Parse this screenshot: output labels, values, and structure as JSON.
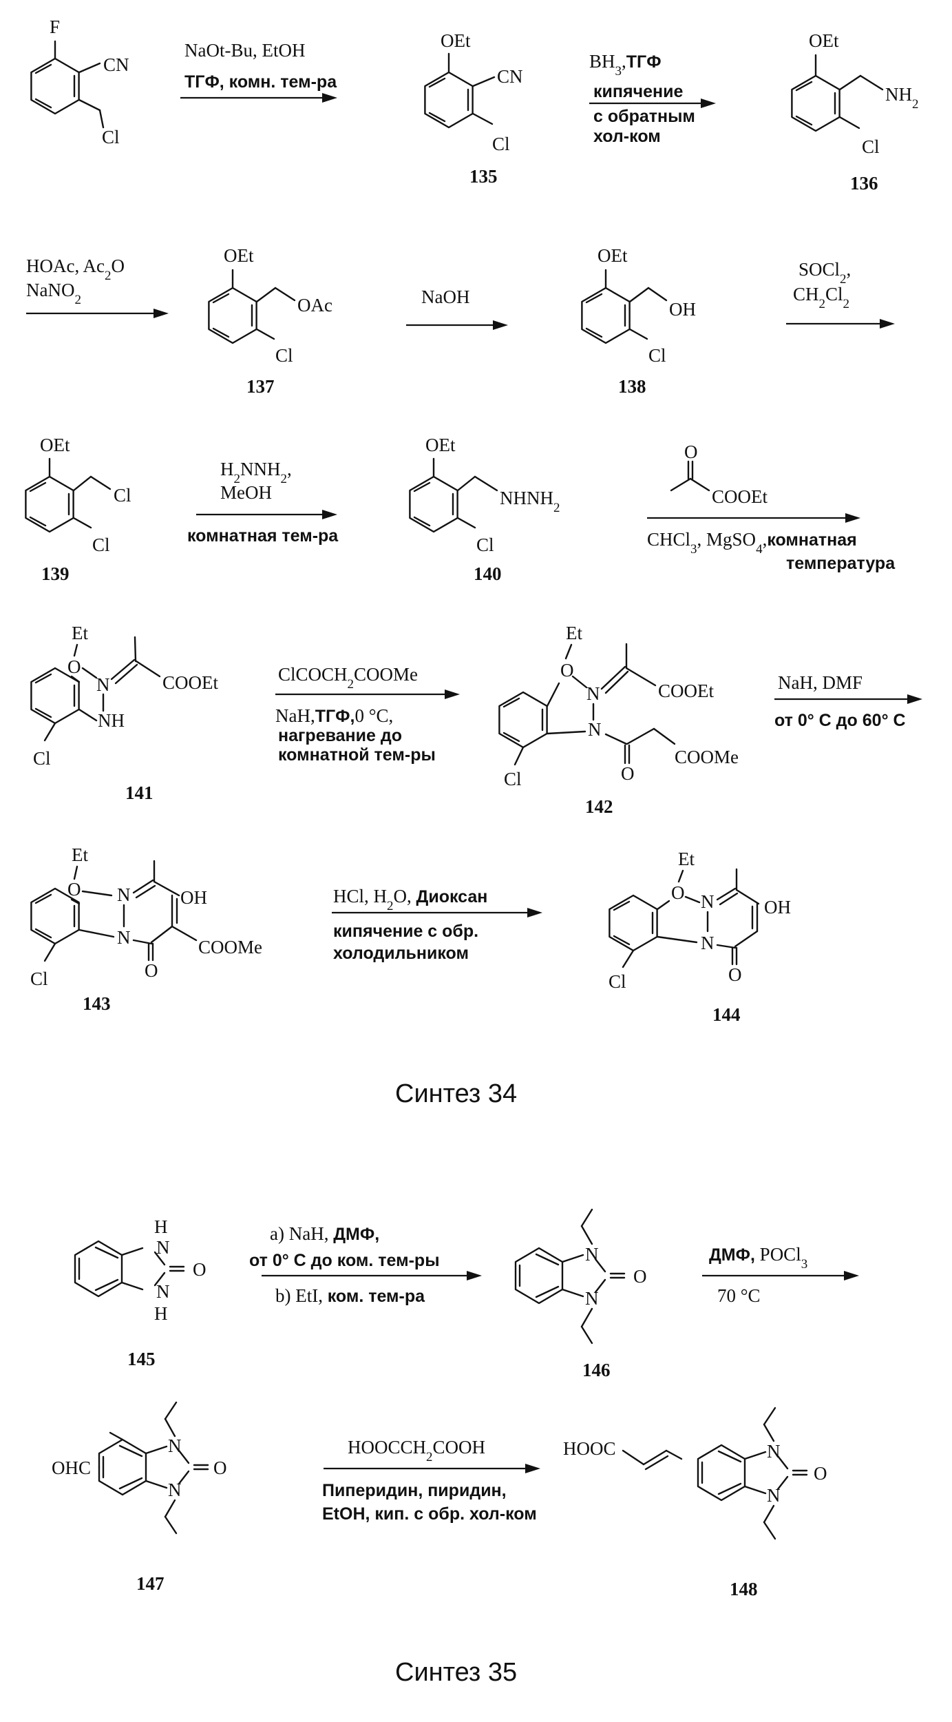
{
  "scheme34": {
    "title": "Синтез 34",
    "labels": {
      "c135": "135",
      "c136": "136",
      "c137": "137",
      "c138": "138",
      "c139": "139",
      "c140": "140",
      "c141": "141",
      "c142": "142",
      "c143": "143",
      "c144": "144"
    },
    "atoms": {
      "F": "F",
      "CN": "CN",
      "Cl": "Cl",
      "OEt": "OEt",
      "NH2": "NH",
      "OAc": "OAc",
      "OH": "OH",
      "NHNH2": "NHNH",
      "Et": "Et",
      "O": "O",
      "N": "N",
      "NH": "NH",
      "COOEt": "COOEt",
      "COOMe": "COOMe"
    },
    "reagents": {
      "r1_top": "NaOt-Bu, EtOH",
      "r1_bottom": "ТГФ, комн. тем-ра",
      "r2_top": "BH",
      "r2_top_b": "ТГФ",
      "r2_l1": "кипячение",
      "r2_l2": "с обратным",
      "r2_l3": "хол-ком",
      "r3_top": "HOAc, Ac",
      "r3_top_b": "O",
      "r3_bottom": "NaNO",
      "r4": "NaOH",
      "r5_top": "SOCl",
      "r5_bottom": "CH",
      "r6_top": "H",
      "r6_mid": "MeOH",
      "r6_bottom": "комнатная тем-ра",
      "r7_top": "COOEt",
      "r7_mid": "CHCl",
      "r7_mid_b": "MgSO",
      "r7_mid_c": "комнатная",
      "r7_bottom": "температура",
      "r8_top": "ClCOCH",
      "r8_top_b": "COOMe",
      "r8_mid": "NaH,",
      "r8_mid_b": "ТГФ,",
      "r8_mid_c": "0 °C,",
      "r8_l2": "нагревание до",
      "r8_l3": "комнатной тем-ры",
      "r9_top": "NaH, DMF",
      "r9_bottom": "от 0° C до 60° C",
      "r10_top": "HCl, H",
      "r10_top_b": "O,",
      "r10_top_c": "Диоксан",
      "r10_l2": "кипячение с обр.",
      "r10_l3": "холодильником"
    }
  },
  "scheme35": {
    "title": "Синтез 35",
    "labels": {
      "c145": "145",
      "c146": "146",
      "c147": "147",
      "c148": "148"
    },
    "atoms": {
      "H": "H",
      "N": "N",
      "O": "O",
      "OHC": "OHC",
      "HOOC": "HOOC"
    },
    "reagents": {
      "r11_top": "a) NaH,",
      "r11_top_b": "ДМФ,",
      "r11_mid": "от 0° C до ком. тем-ры",
      "r11_bot": "b) EtI,",
      "r11_bot_b": "ком. тем-ра",
      "r12_top": "ДМФ,",
      "r12_top_b": "POCl",
      "r12_bottom": "70 °C",
      "r13_top": "HOOCCH",
      "r13_top_b": "COOH",
      "r13_l1": "Пиперидин, пиридин,",
      "r13_l2": "EtOH, кип. с обр. хол-ком"
    }
  }
}
